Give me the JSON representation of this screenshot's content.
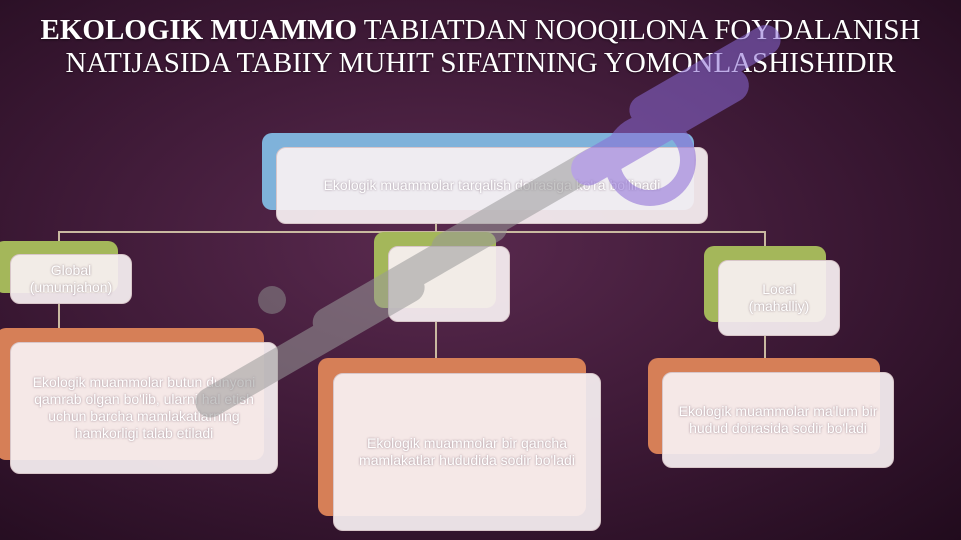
{
  "title": {
    "bold": "EKOLOGIK MUAMMO",
    "rest": " TABIATDAN NOOQILONA FOYDALANISH NATIJASIDA TABIIY MUHIT SIFATINING YOMONLASHISHIDIR"
  },
  "root": {
    "text": "Ekologik muammolar tarqalish doirasiga ko'ra bo'linadi"
  },
  "branches": [
    {
      "label": "Global (umumjahon)",
      "description": "Ekologik muammolar butun dunyoni qamrab olgan bo'lib, ularni hal etish uchun barcha mamlakatlarning hamkorligi talab etiladi"
    },
    {
      "label": "",
      "description": "Ekologik muammolar bir qancha mamlakatlar hududida sodir bo'ladi"
    },
    {
      "label": "Local (mahalliy)",
      "description": "Ekologik muammolar ma'lum bir hudud doirasida sodir bo'ladi"
    }
  ],
  "colors": {
    "background": "#3b1834",
    "root_back": "#7fb2da",
    "label_back": "#a4b75a",
    "description_back": "#d67f57",
    "connector": "#c9b9a0"
  }
}
